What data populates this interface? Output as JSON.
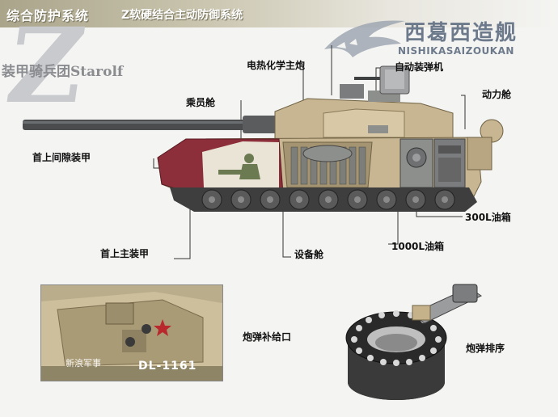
{
  "header": {
    "title": "综合防护系统",
    "subtitle": "Z软硬结合主动防御系统"
  },
  "watermark_brand": {
    "letter": "Z",
    "name": "装甲骑兵团Starolf"
  },
  "logo": {
    "chinese": "西葛西造舰",
    "english": "NISHIKASAIZOUKAN"
  },
  "labels": {
    "main_gun": "电热化学主炮",
    "autoloader": "自动装弹机",
    "crew": "乘员舱",
    "engine": "动力舱",
    "upper_glacis": "首上间隙装甲",
    "fuel_300": "300L油箱",
    "fuel_1000": "1000L油箱",
    "equipment": "设备舱",
    "glacis_main": "首上主装甲",
    "ammo_port": "炮弹补给口",
    "ammo_order": "炮弹排序"
  },
  "photo": {
    "watermark": "新浪军事",
    "plate": "DL-1161"
  },
  "colors": {
    "hull_tan": "#c8b591",
    "armor_red": "#8c2f3a",
    "metal_grey": "#8d8f8c",
    "gun_dark": "#4a4c4e"
  }
}
